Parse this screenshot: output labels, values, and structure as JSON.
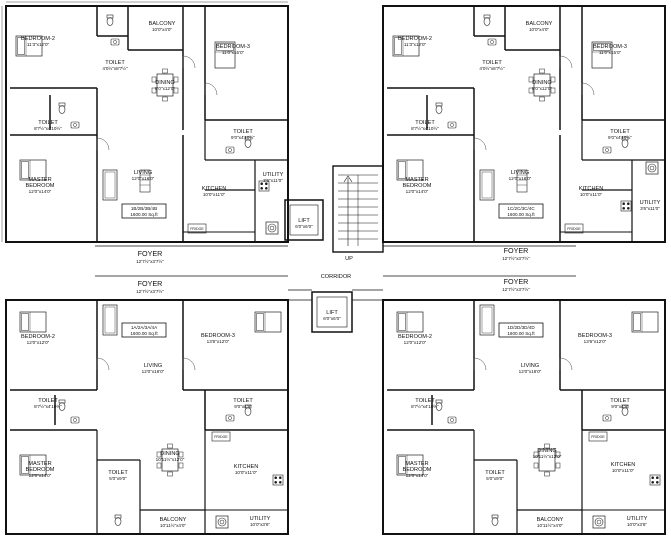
{
  "common": {
    "corridor": "CORRIDOR",
    "lift_top": {
      "name": "LIFT",
      "dim": "6'0\"x6'0\""
    },
    "lift_mid": {
      "name": "LIFT",
      "dim": "6'0\"x6'0\""
    },
    "stair_up": "UP",
    "fridge": "FRIDGE"
  },
  "units": {
    "tl": {
      "balcony": {
        "name": "BALCONY",
        "dim": "10'0\"x4'0\""
      },
      "bedroom2": {
        "name": "BEDROOM-2",
        "dim": "11'3\"x12'0\""
      },
      "toilet1": {
        "name": "TOILET",
        "dim": "4'0½\"x8'7½\""
      },
      "dining": {
        "name": "DINING",
        "dim": "8'0\"x12'0\""
      },
      "bedroom3": {
        "name": "BEDROOM-3",
        "dim": "11'0\"x15'0\""
      },
      "toilet2": {
        "name": "TOILET",
        "dim": "8'7½\"x4'10½\""
      },
      "toilet3": {
        "name": "TOILET",
        "dim": "9'0\"x4'10½\""
      },
      "master": {
        "name": "MASTER",
        "name2": "BEDROOM",
        "dim": "12'0\"x14'0\""
      },
      "living": {
        "name": "LIVING",
        "dim": "12'0\"x16'0\""
      },
      "kitchen": {
        "name": "KITCHEN",
        "dim": "10'0\"x11'0\""
      },
      "utility": {
        "name": "UTILITY",
        "dim": "3'6\"x11'0\""
      },
      "unit_code": "1B/2B/3B/4B",
      "unit_area": "1600.00 Sq.ft",
      "foyer": {
        "name": "FOYER",
        "dim": "12'7½\"x3'7½\""
      }
    },
    "tr": {
      "balcony": {
        "name": "BALCONY",
        "dim": "10'0\"x4'0\""
      },
      "bedroom2": {
        "name": "BEDROOM-2",
        "dim": "11'3\"x12'0\""
      },
      "toilet1": {
        "name": "TOILET",
        "dim": "4'0½\"x8'7½\""
      },
      "dining": {
        "name": "DINING",
        "dim": "8'0\"x12'0\""
      },
      "bedroom3": {
        "name": "BEDROOM-3",
        "dim": "11'0\"x15'0\""
      },
      "toilet2": {
        "name": "TOILET",
        "dim": "8'7½\"x4'10½\""
      },
      "toilet3": {
        "name": "TOILET",
        "dim": "9'0\"x4'10½\""
      },
      "master": {
        "name": "MASTER",
        "name2": "BEDROOM",
        "dim": "12'0\"x14'0\""
      },
      "living": {
        "name": "LIVING",
        "dim": "12'0\"x16'0\""
      },
      "kitchen": {
        "name": "KITCHEN",
        "dim": "10'0\"x11'0\""
      },
      "utility": {
        "name": "UTILITY",
        "dim": "3'6\"x11'0\""
      },
      "unit_code": "1C/2C/3C/4C",
      "unit_area": "1600.00 Sq.ft",
      "foyer": {
        "name": "FOYER",
        "dim": "12'7½\"x3'7½\""
      }
    },
    "bl": {
      "foyer": {
        "name": "FOYER",
        "dim": "12'7½\"x3'7½\""
      },
      "bedroom2": {
        "name": "BEDROOM-2",
        "dim": "12'0\"x12'0\""
      },
      "unit_code": "1A/2A/3A/4A",
      "unit_area": "1600.00 Sq.ft",
      "bedroom3": {
        "name": "BEDROOM-3",
        "dim": "13'6\"x12'0\""
      },
      "living": {
        "name": "LIVING",
        "dim": "12'0\"x16'0\""
      },
      "toilet1": {
        "name": "TOILET",
        "dim": "8'7½\"x4'10½\""
      },
      "toilet2": {
        "name": "TOILET",
        "dim": "9'0\"x4'9\""
      },
      "master": {
        "name": "MASTER",
        "name2": "BEDROOM",
        "dim": "12'0\"x14'0\""
      },
      "dining": {
        "name": "DINING",
        "dim": "10'11½\"x12'0\""
      },
      "toilet3": {
        "name": "TOILET",
        "dim": "5'0\"x9'0\""
      },
      "kitchen": {
        "name": "KITCHEN",
        "dim": "10'0\"x11'0\""
      },
      "balcony": {
        "name": "BALCONY",
        "dim": "10'11½\"x4'0\""
      },
      "utility": {
        "name": "UTILITY",
        "dim": "10'0\"x3'6\""
      }
    },
    "br": {
      "foyer": {
        "name": "FOYER",
        "dim": "12'7½\"x3'7½\""
      },
      "bedroom2": {
        "name": "BEDROOM-2",
        "dim": "12'0\"x12'0\""
      },
      "unit_code": "1D/2D/3D/4D",
      "unit_area": "1600.00 Sq.ft",
      "bedroom3": {
        "name": "BEDROOM-3",
        "dim": "13'6\"x12'0\""
      },
      "living": {
        "name": "LIVING",
        "dim": "12'0\"x16'0\""
      },
      "toilet1": {
        "name": "TOILET",
        "dim": "8'7½\"x4'10½\""
      },
      "toilet2": {
        "name": "TOILET",
        "dim": "9'0\"x4'9\""
      },
      "master": {
        "name": "MASTER",
        "name2": "BEDROOM",
        "dim": "12'0\"x14'0\""
      },
      "dining": {
        "name": "DINING",
        "dim": "10'11½\"x12'0\""
      },
      "toilet3": {
        "name": "TOILET",
        "dim": "5'0\"x9'0\""
      },
      "kitchen": {
        "name": "KITCHEN",
        "dim": "10'0\"x11'0\""
      },
      "balcony": {
        "name": "BALCONY",
        "dim": "10'11½\"x4'0\""
      },
      "utility": {
        "name": "UTILITY",
        "dim": "10'0\"x3'6\""
      }
    }
  }
}
